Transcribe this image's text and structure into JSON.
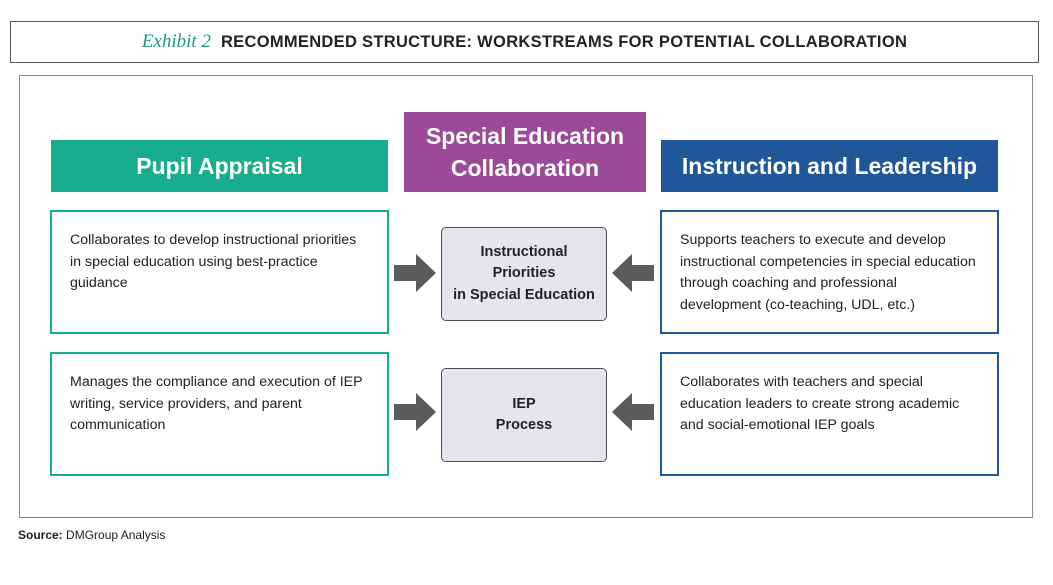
{
  "title": {
    "exhibit": "Exhibit 2",
    "text": "RECOMMENDED STRUCTURE: WORKSTREAMS FOR POTENTIAL COLLABORATION"
  },
  "headers": {
    "pupil": "Pupil Appraisal",
    "sped_line1": "Special Education",
    "sped_line2": "Collaboration",
    "instruction": "Instruction and Leadership"
  },
  "cards": {
    "pupil_top": "Collaborates to develop instructional priorities in special education using best-practice guidance",
    "pupil_bottom": "Manages the compliance and execution of IEP writing, service providers, and parent communication",
    "instr_top": "Supports teachers to execute and develop instructional competencies in special education through coaching and professional development (co-teaching, UDL, etc.)",
    "instr_bottom": "Collaborates with teachers and special education leaders to create strong academic and social-emotional IEP goals"
  },
  "center": {
    "priorities_line1": "Instructional",
    "priorities_line2": "Priorities",
    "priorities_line3": "in Special Education",
    "iep_line1": "IEP",
    "iep_line2": "Process"
  },
  "source": {
    "label": "Source:",
    "text": "DMGroup Analysis"
  },
  "colors": {
    "pupil": "#17ad8e",
    "sped": "#9b4a97",
    "instruction": "#1f5798",
    "arrow": "#5b5b5b",
    "center_fill": "#e8e4ee"
  }
}
